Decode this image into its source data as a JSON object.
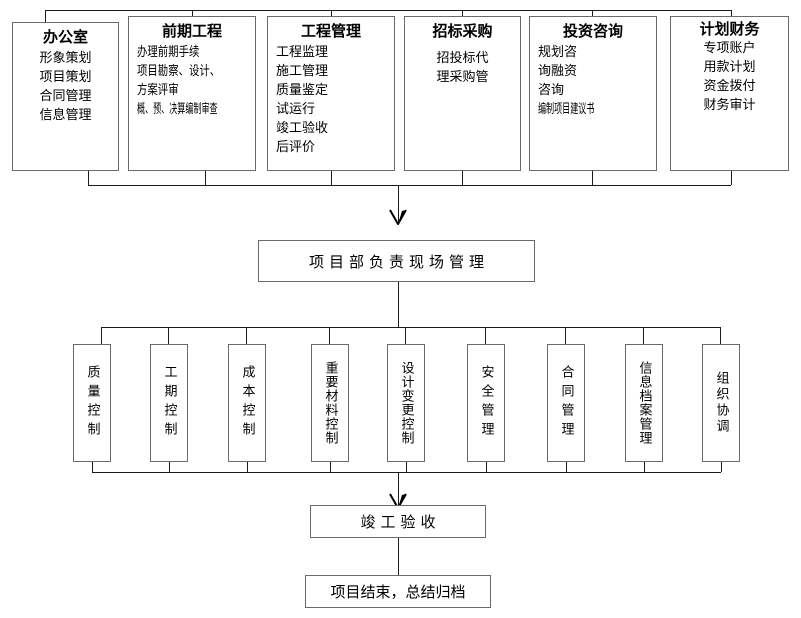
{
  "diagram": {
    "title": "项目管理组织流程图",
    "colors": {
      "box_border": "#6a6a6a",
      "connector": "#1a1a1a",
      "background": "#ffffff",
      "text": "#000000"
    }
  },
  "departments": [
    {
      "id": "office",
      "title": "办公室",
      "align": "center",
      "items": [
        "形象策划",
        "项目策划",
        "合同管理",
        "信息管理"
      ]
    },
    {
      "id": "preliminary-works",
      "title": "前期工程",
      "align": "left",
      "items": [
        "办理前期手续",
        "项目勘察、设计、",
        "方案评审",
        "概、预、决算编制审查"
      ]
    },
    {
      "id": "engineering-management",
      "title": "工程管理",
      "align": "left",
      "items": [
        "工程监理",
        "施工管理",
        "质量鉴定",
        "试运行",
        "竣工验收",
        "后评价"
      ]
    },
    {
      "id": "bidding-procurement",
      "title": "招标采购",
      "align": "center",
      "items": [
        "招投标代",
        "理采购管"
      ]
    },
    {
      "id": "investment-consulting",
      "title": "投资咨询",
      "align": "left",
      "items": [
        "规划咨",
        "询融资",
        "咨询",
        "编制项目建议书"
      ]
    },
    {
      "id": "planning-finance",
      "title": "计划财务",
      "align": "center",
      "items": [
        "专项账户",
        "用款计划",
        "资金拨付",
        "财务审计"
      ]
    }
  ],
  "project_department": {
    "id": "site-management",
    "label": "项目部负责现场管理"
  },
  "controls": [
    {
      "id": "quality-control",
      "label": "质量控制"
    },
    {
      "id": "schedule-control",
      "label": "工期控制"
    },
    {
      "id": "cost-control",
      "label": "成本控制"
    },
    {
      "id": "key-material-control",
      "label": "重要材料控制"
    },
    {
      "id": "design-change-control",
      "label": "设计变更控制"
    },
    {
      "id": "safety-management",
      "label": "安全管理"
    },
    {
      "id": "contract-management",
      "label": "合同管理"
    },
    {
      "id": "records-management",
      "label": "信息档案管理"
    },
    {
      "id": "organization-coord",
      "label": "组织协调"
    }
  ],
  "completion": {
    "id": "completion-acceptance",
    "label": "竣工验收"
  },
  "closeout": {
    "id": "project-closeout",
    "label": "项目结束，总结归档"
  }
}
